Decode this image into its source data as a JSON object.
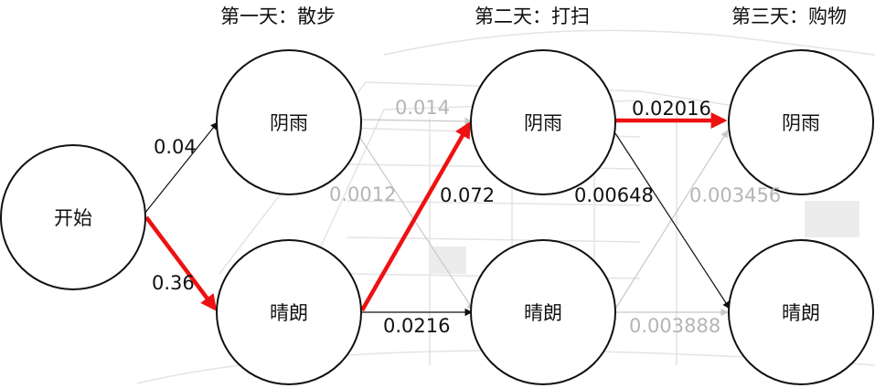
{
  "days": [
    {
      "title": "第一天：散步"
    },
    {
      "title": "第二天：打扫"
    },
    {
      "title": "第三天：购物"
    }
  ],
  "nodes": {
    "start": "开始",
    "d1_rain": "阴雨",
    "d1_sun": "晴朗",
    "d2_rain": "阴雨",
    "d2_sun": "晴朗",
    "d3_rain": "阴雨",
    "d3_sun": "晴朗"
  },
  "edges": {
    "start_d1_rain": "0.04",
    "start_d1_sun": "0.36",
    "d1_rain_d2_rain": "0.014",
    "d1_rain_d2_sun": "0.0012",
    "d1_sun_d2_rain": "0.072",
    "d1_sun_d2_sun": "0.0216",
    "d2_rain_d3_rain": "0.02016",
    "d2_rain_d3_sun": "0.00648",
    "d2_sun_d3_rain": "0.003456",
    "d2_sun_d3_sun": "0.003888"
  },
  "colors": {
    "best_path": "#ee1111",
    "normal_edge": "#111111",
    "faint_edge": "#c8c8c8",
    "node_stroke": "#111111"
  }
}
